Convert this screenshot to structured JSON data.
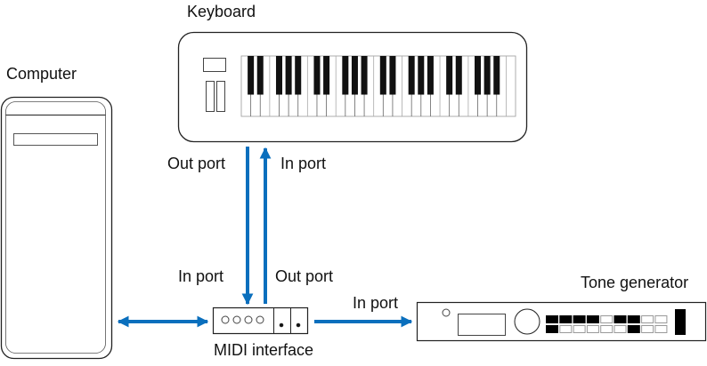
{
  "labels": {
    "keyboard": "Keyboard",
    "computer": "Computer",
    "keyboard_out": "Out port",
    "keyboard_in": "In port",
    "interface_in": "In port",
    "interface_out": "Out port",
    "tone_in": "In port",
    "tone_generator": "Tone generator",
    "midi_interface": "MIDI interface"
  },
  "colors": {
    "arrow": "#0a6fbd",
    "outline": "#222222"
  },
  "keyboard": {
    "white_keys": 29,
    "octave_pattern": [
      2,
      3
    ]
  }
}
